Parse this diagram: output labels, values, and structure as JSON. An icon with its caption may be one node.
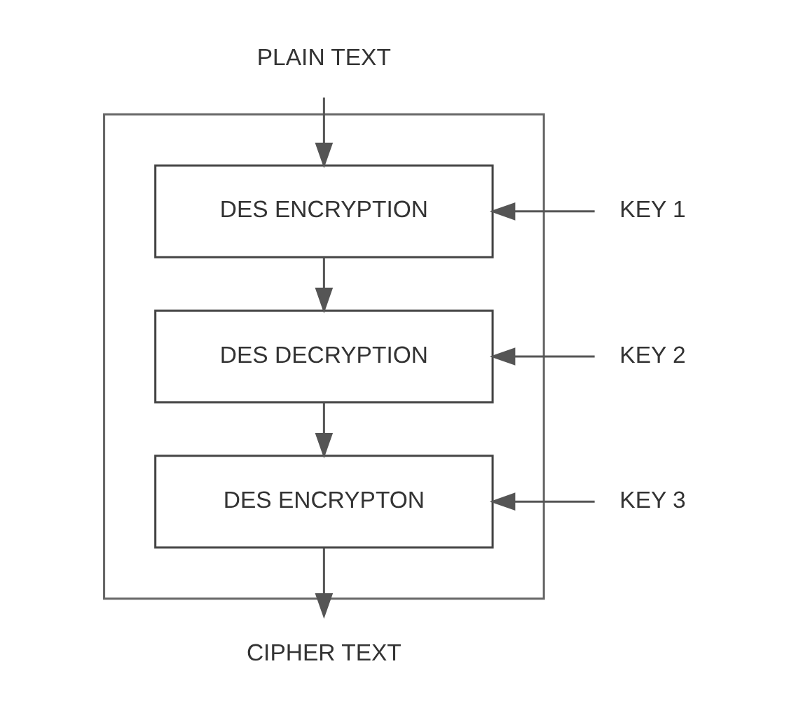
{
  "diagram": {
    "nodes": [
      {
        "text": [],
        "shape": "box"
      },
      {
        "text": [
          "PLAIN TEXT"
        ]
      },
      {
        "text": [
          "DES ENCRYPTION"
        ],
        "in": 0
      },
      {
        "text": [
          "DES DECRYPTION"
        ],
        "in": 0
      },
      {
        "text": [
          "DES ENCRYPTON"
        ],
        "in": 0
      },
      {
        "text": [
          "CIPHER TEXT"
        ]
      },
      {
        "text": [
          "KEY 1"
        ]
      },
      {
        "text": [
          "KEY 2"
        ]
      },
      {
        "text": [
          "KEY 3"
        ]
      }
    ],
    "edges": [
      {
        "from": 1,
        "to": 2,
        "arrow": "to"
      },
      {
        "from": 2,
        "to": 3,
        "arrow": "to"
      },
      {
        "from": 3,
        "to": 4,
        "arrow": "to"
      },
      {
        "from": 4,
        "to": 5,
        "arrow": "to"
      },
      {
        "from": 6,
        "to": 2,
        "arrow": "to"
      },
      {
        "from": 7,
        "to": 3,
        "arrow": "to"
      },
      {
        "from": 8,
        "to": 4,
        "arrow": "to"
      }
    ]
  }
}
